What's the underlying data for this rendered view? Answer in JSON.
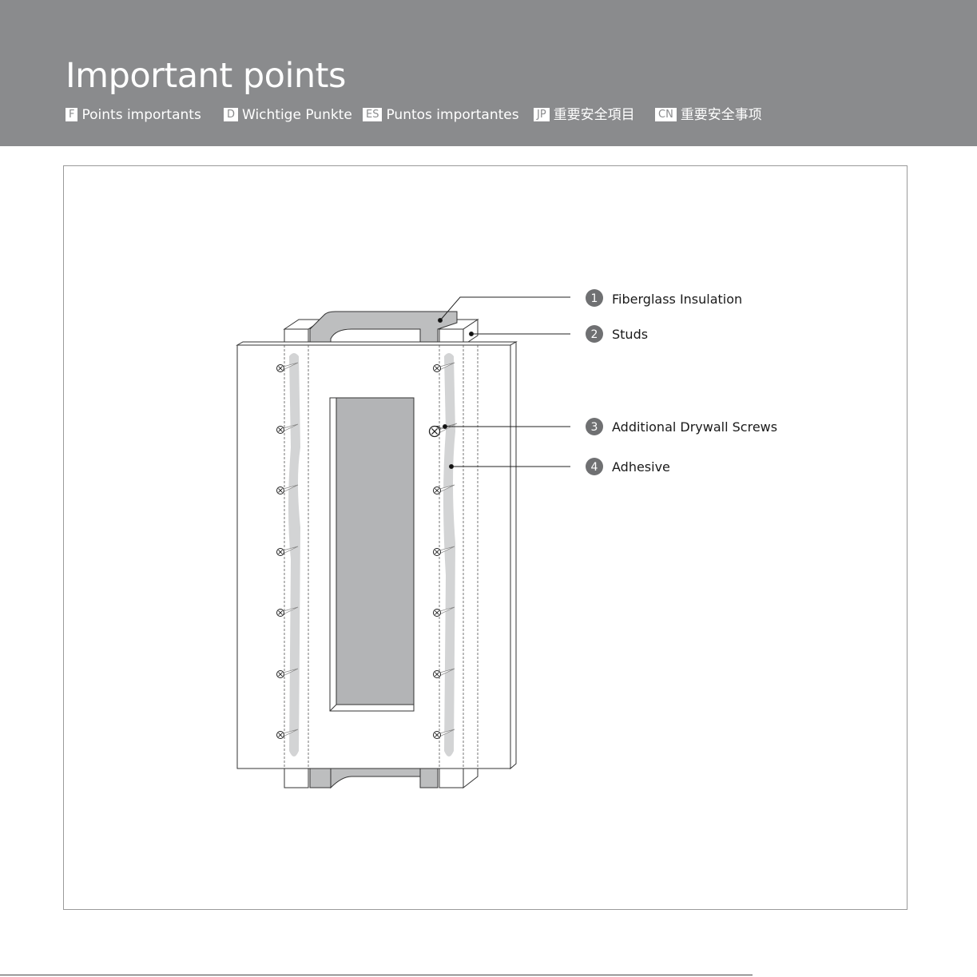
{
  "header": {
    "title": "Important points",
    "languages": [
      {
        "code": "F",
        "text": "Points importants"
      },
      {
        "code": "D",
        "text": "Wichtige Punkte"
      },
      {
        "code": "ES",
        "text": "Puntos importantes"
      },
      {
        "code": "JP",
        "text": "重要安全項目"
      },
      {
        "code": "CN",
        "text": "重要安全事项"
      }
    ]
  },
  "diagram": {
    "callouts": [
      {
        "number": "1",
        "label": "Fiberglass Insulation"
      },
      {
        "number": "2",
        "label": "Studs"
      },
      {
        "number": "3",
        "label": "Additional Drywall Screws"
      },
      {
        "number": "4",
        "label": "Adhesive"
      }
    ]
  },
  "colors": {
    "header_bg": "#8a8b8d",
    "insulation": "#c4c5c6",
    "callout_badge": "#6f7072",
    "window": "#b3b4b6"
  }
}
